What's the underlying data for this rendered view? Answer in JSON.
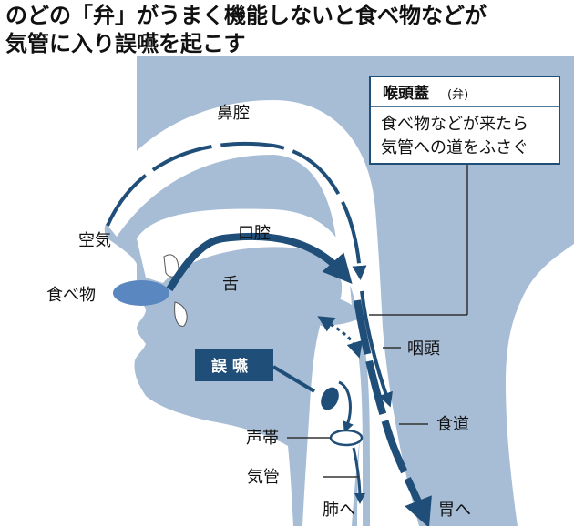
{
  "title": {
    "line1": "のどの「弁」がうまく機能しないと食べ物などが",
    "line2": "気管に入り誤嚥を起こす"
  },
  "labels": {
    "nasal_cavity": "鼻腔",
    "oral_cavity": "口腔",
    "air": "空気",
    "food": "食べ物",
    "tongue": "舌",
    "aspiration": "誤 嚥",
    "pharynx": "咽頭",
    "esophagus": "食道",
    "vocal_cords": "声帯",
    "trachea": "気管",
    "to_lungs": "肺へ",
    "to_stomach": "胃へ"
  },
  "callout": {
    "title": "喉頭蓋",
    "title_note": "(弁)",
    "line1": "食べ物などが来たら",
    "line2": "気管への道をふさぐ"
  },
  "colors": {
    "tissue": "#a7bdd6",
    "airway": "#ffffff",
    "arrow": "#1f4e79",
    "food_bolus": "#5b87c0",
    "dark_label_bg": "#1f4e79"
  }
}
